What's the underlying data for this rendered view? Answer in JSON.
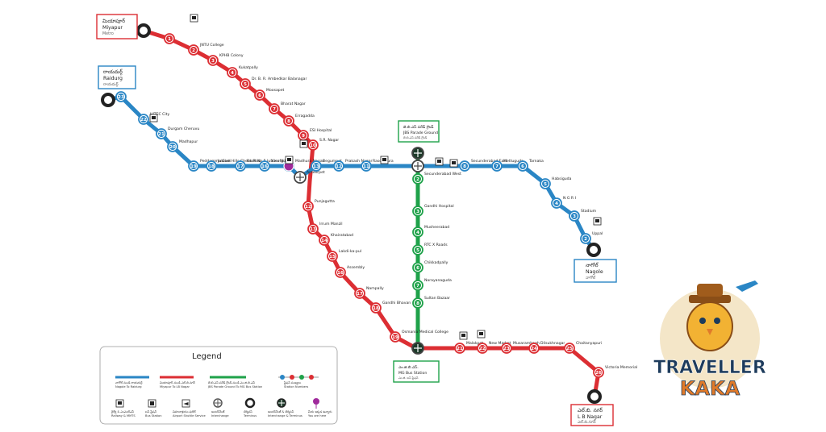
{
  "colors": {
    "red_line": "#dc2e33",
    "blue_line": "#2a86c5",
    "green_line": "#1fa24a",
    "terminal_dark": "#222222",
    "logo_orange": "#e07a2a",
    "logo_navy": "#1d3b5c"
  },
  "terminals": {
    "miyapur": {
      "name_te": "మియాపూర్",
      "name": "Miyapur",
      "sub": "Metro"
    },
    "raidurg": {
      "name_te": "రాయదుర్గ్",
      "name": "Raidurg",
      "sub": "రాయదుర్గ్"
    },
    "jbs": {
      "name_te": "జె.బి.ఎస్ పరేడ్ గ్రౌండ్",
      "name": "JBS Parade Ground",
      "sub": "జె.బి.ఎస్ పరేడ్ గ్రౌండ్"
    },
    "mgbs": {
      "name_te": "ఎం.జి.బి.ఎస్.",
      "name": "MG Bus Station",
      "sub": "ఎం.జి. బస్ స్టేషన్"
    },
    "nagole": {
      "name_te": "నాగోల్",
      "name": "Nagole",
      "sub": "నాగోల్"
    },
    "lbnagar": {
      "name_te": "ఎల్.బి. నగర్",
      "name": "L B Nagar",
      "sub": "ఎల్.బి.నగర్"
    }
  },
  "red_stations": [
    {
      "n": "1"
    },
    {
      "n": "2",
      "name": "JNTU College"
    },
    {
      "n": "3",
      "name": "KPHB Colony"
    },
    {
      "n": "4",
      "name": "Kukatpally"
    },
    {
      "n": "5",
      "name": "Dr. B. R. Ambedkar Balanagar"
    },
    {
      "n": "6",
      "name": "Moosapet"
    },
    {
      "n": "7",
      "name": "Bharat Nagar"
    },
    {
      "n": "8",
      "name": "Erragadda"
    },
    {
      "n": "9",
      "name": "ESI Hospital"
    },
    {
      "n": "10",
      "name": "S.R. Nagar"
    },
    {
      "n": "11"
    },
    {
      "n": "12",
      "name": "Punjagutta"
    },
    {
      "n": "13",
      "name": "Irrum Manzil"
    },
    {
      "n": "14",
      "name": "Khairatabad"
    },
    {
      "n": "15",
      "name": "Lakdi-ka-pul"
    },
    {
      "n": "16",
      "name": "Assembly"
    },
    {
      "n": "17",
      "name": "Nampally"
    },
    {
      "n": "18",
      "name": "Gandhi Bhavan"
    },
    {
      "n": "19",
      "name": "Osmania Medical College"
    },
    {
      "n": "20"
    },
    {
      "n": "21",
      "name": "Malakpet"
    },
    {
      "n": "22",
      "name": "New Market"
    },
    {
      "n": "23",
      "name": "Musarambagh"
    },
    {
      "n": "24",
      "name": "Dilsukhnagar"
    },
    {
      "n": "25",
      "name": "Chaitanyapuri"
    },
    {
      "n": "26",
      "name": "Victoria Memorial"
    },
    {
      "n": "27"
    }
  ],
  "blue_stations": [
    {
      "n": "23"
    },
    {
      "n": "22",
      "name": "HITEC City"
    },
    {
      "n": "21",
      "name": "Durgam Cheruvu"
    },
    {
      "n": "20",
      "name": "Madhapur"
    },
    {
      "n": "19",
      "name": "Peddamma Gudi"
    },
    {
      "n": "18",
      "name": "Jubilee Hills Check Post"
    },
    {
      "n": "17",
      "name": "Road No 5 Jubilee Hills"
    },
    {
      "n": "16",
      "name": "Yusufguda"
    },
    {
      "n": "15",
      "name": "Madhura Nagar"
    },
    {
      "n": "14",
      "name": "Ameerpet"
    },
    {
      "n": "13",
      "name": "Begumpet"
    },
    {
      "n": "12",
      "name": "Prakash Nagar"
    },
    {
      "n": "11",
      "name": "Rasoolpura"
    },
    {
      "n": "10",
      "name": "Paradise"
    },
    {
      "n": "9",
      "name": "Parade Ground"
    },
    {
      "n": "8",
      "name": "Secunderabad East"
    },
    {
      "n": "7",
      "name": "Mettuguda"
    },
    {
      "n": "6",
      "name": "Tarnaka"
    },
    {
      "n": "5",
      "name": "Habsiguda"
    },
    {
      "n": "4",
      "name": "N G R I"
    },
    {
      "n": "3",
      "name": "Stadium"
    },
    {
      "n": "2",
      "name": "Uppal"
    },
    {
      "n": "1"
    }
  ],
  "green_stations": [
    {
      "n": "1"
    },
    {
      "n": "2",
      "name": "Secunderabad West"
    },
    {
      "n": "3",
      "name": "Gandhi Hospital"
    },
    {
      "n": "4",
      "name": "Musheerabad"
    },
    {
      "n": "5",
      "name": "RTC X Roads"
    },
    {
      "n": "6",
      "name": "Chikkadpally"
    },
    {
      "n": "7",
      "name": "Narayanaguda"
    },
    {
      "n": "8",
      "name": "Sultan Bazaar"
    },
    {
      "n": "9"
    }
  ],
  "legend": {
    "title": "Legend",
    "lines": [
      {
        "te": "నాగోల్ నుండి రాయదుర్గ్",
        "en": "Nagole To Raidurg"
      },
      {
        "te": "మియాపూర్ నుండి ఎల్.బి.నగర్",
        "en": "Miyapur To LB Nagar"
      },
      {
        "te": "జె.బి.ఎస్ పరేడ్ గ్రౌండ్ నుండి ఎం.జి.బి.ఎస్",
        "en": "JBS Parade Ground To MG Bus Station"
      },
      {
        "te": "స్టేషన్ సంఖ్యలు",
        "en": "Station Numbers"
      }
    ],
    "icons": [
      {
        "te": "రైల్వే & ఎంఎంటీఎస్",
        "en": "Railway & MMTS"
      },
      {
        "te": "బస్ స్టేషన్",
        "en": "Bus Station"
      },
      {
        "te": "విమానాశ్రయం షటిల్",
        "en": "Airport Shuttle Service"
      },
      {
        "te": "ఇంటర్‌చేంజ్",
        "en": "Interchange"
      },
      {
        "te": "టెర్మినస్",
        "en": "Terminus"
      },
      {
        "te": "ఇంటర్‌చేంజ్ & టెర్మినస్",
        "en": "Interchange & Terminus"
      },
      {
        "te": "మీరు ఇక్కడ ఉన్నారు",
        "en": "You are here"
      }
    ]
  },
  "logo": {
    "line1": "TRAVELLER",
    "line2": "KAKA"
  }
}
